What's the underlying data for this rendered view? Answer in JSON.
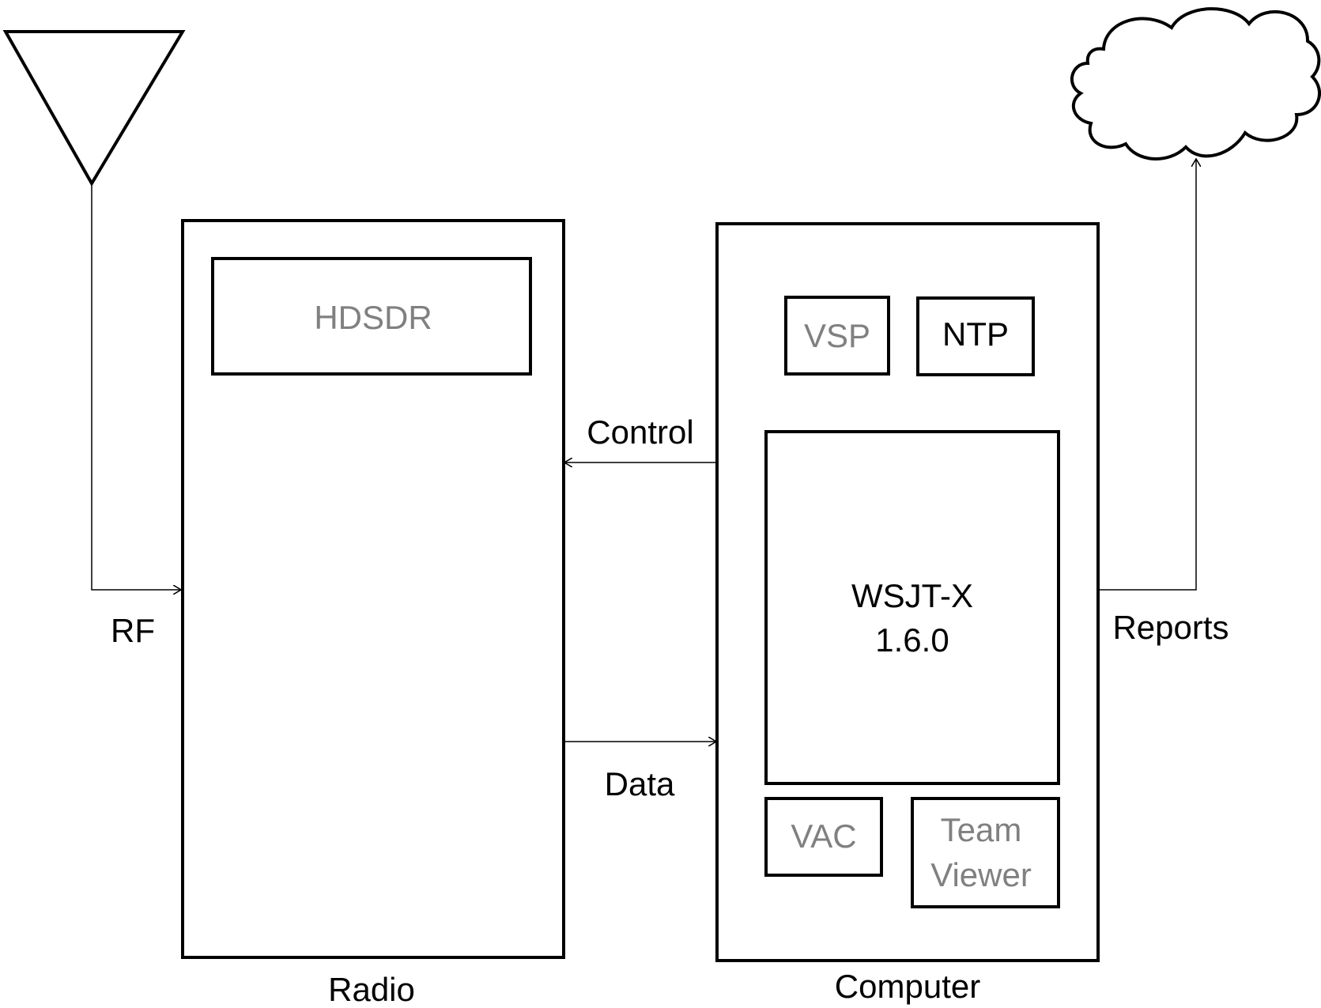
{
  "colors": {
    "stroke": "#000000",
    "text_dark": "#000000",
    "text_gray": "#808080"
  },
  "antenna": {
    "icon": "antenna-icon",
    "label": "RF"
  },
  "cloud": {
    "icon": "cloud-icon",
    "label": "Reports"
  },
  "radio": {
    "label": "Radio",
    "modules": {
      "hdsdr": "HDSDR"
    }
  },
  "computer": {
    "label": "Computer",
    "modules": {
      "vsp": "VSP",
      "ntp": "NTP",
      "wsjtx_name": "WSJT-X",
      "wsjtx_version": "1.6.0",
      "vac": "VAC",
      "teamviewer_line1": "Team",
      "teamviewer_line2": "Viewer"
    }
  },
  "links": {
    "control": "Control",
    "data": "Data"
  }
}
